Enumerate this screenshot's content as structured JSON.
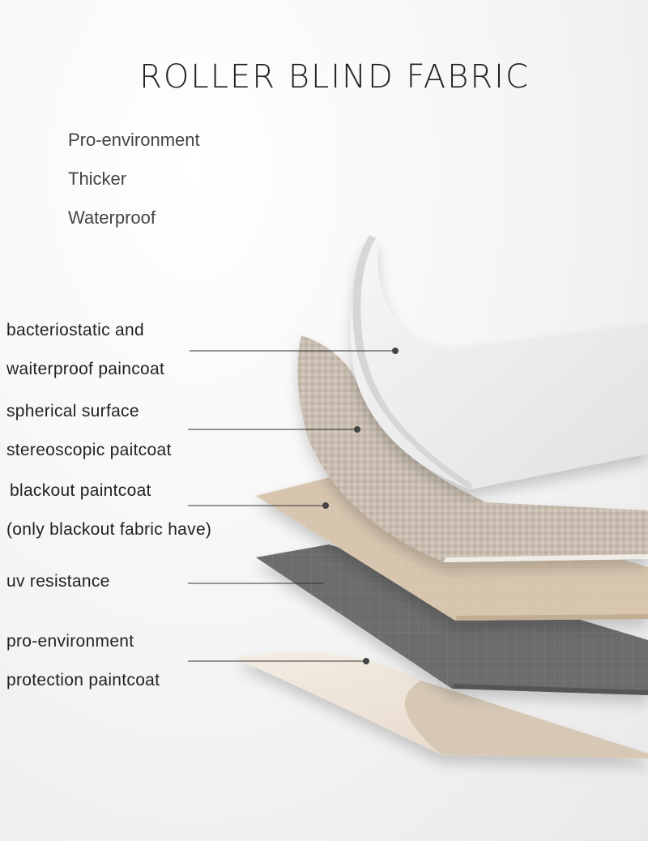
{
  "title": "ROLLER BLIND FABRIC",
  "features": [
    "Pro-environment",
    "Thicker",
    "Waterproof"
  ],
  "layers": [
    {
      "line1": "bacteriostatic and",
      "line2": "waiterproof paincoat"
    },
    {
      "line1": "spherical surface",
      "line2": "stereoscopic paitcoat"
    },
    {
      "line1": "blackout paintcoat",
      "line2": "(only blackout fabric have)"
    },
    {
      "line1": "uv resistance",
      "line2": ""
    },
    {
      "line1": "pro-environment",
      "line2": "protection paintcoat"
    }
  ],
  "colors": {
    "white_layer": "#eeeeee",
    "canvas_layer": "#c9bfb3",
    "beige_layer": "#d9c7b2",
    "grey_layer": "#6e6e6e",
    "cream_layer": "#e8dccd"
  }
}
